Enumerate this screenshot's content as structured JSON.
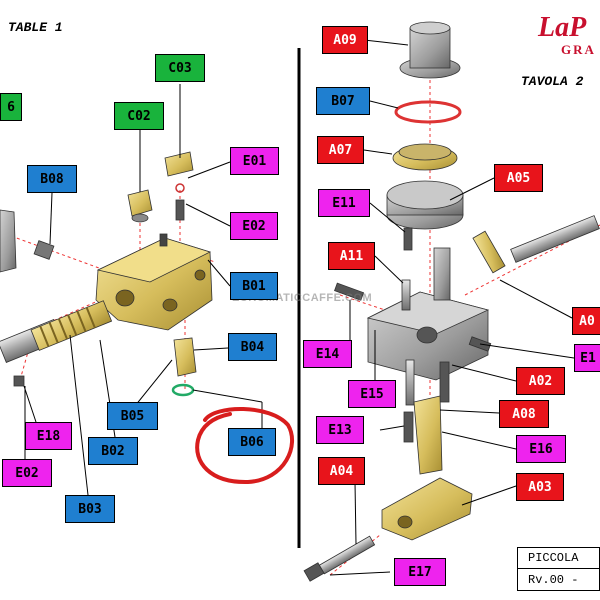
{
  "titles": {
    "left_table": "TABLE 1",
    "right_table": "TAVOLA 2",
    "logo_main": "LaP",
    "logo_sub": "GRA",
    "watermark": "EUROMATICCAFFE.COM",
    "info_top": "PICCOLA",
    "info_bottom": "Rv.00 -"
  },
  "colors": {
    "red": "#e8141b",
    "blue": "#1f7fd0",
    "green": "#19b33c",
    "magenta": "#ee23ee",
    "highlight_circle": "#d81d1d",
    "part_gold": "#d9c36a",
    "part_gray": "#9a9a9a"
  },
  "labels": [
    {
      "id": "A09",
      "color": "red"
    },
    {
      "id": "B07",
      "color": "blue"
    },
    {
      "id": "A07",
      "color": "red"
    },
    {
      "id": "A05",
      "color": "red"
    },
    {
      "id": "E11",
      "color": "magenta"
    },
    {
      "id": "A11",
      "color": "red"
    },
    {
      "id": "A0",
      "color": "red"
    },
    {
      "id": "E1",
      "color": "magenta"
    },
    {
      "id": "E14",
      "color": "magenta"
    },
    {
      "id": "E15",
      "color": "magenta"
    },
    {
      "id": "A02",
      "color": "red"
    },
    {
      "id": "A08",
      "color": "red"
    },
    {
      "id": "E13",
      "color": "magenta"
    },
    {
      "id": "E16",
      "color": "magenta"
    },
    {
      "id": "A04",
      "color": "red"
    },
    {
      "id": "A03",
      "color": "red"
    },
    {
      "id": "E17",
      "color": "magenta"
    },
    {
      "id": "6",
      "color": "green"
    },
    {
      "id": "C03",
      "color": "green"
    },
    {
      "id": "C02",
      "color": "green"
    },
    {
      "id": "B08",
      "color": "blue"
    },
    {
      "id": "E01",
      "color": "magenta"
    },
    {
      "id": "E02",
      "color": "magenta"
    },
    {
      "id": "B01",
      "color": "blue"
    },
    {
      "id": "B04",
      "color": "blue"
    },
    {
      "id": "B05",
      "color": "blue"
    },
    {
      "id": "B06",
      "color": "blue"
    },
    {
      "id": "E18",
      "color": "magenta"
    },
    {
      "id": "E02",
      "color": "magenta"
    },
    {
      "id": "B02",
      "color": "blue"
    },
    {
      "id": "B03",
      "color": "blue"
    }
  ]
}
